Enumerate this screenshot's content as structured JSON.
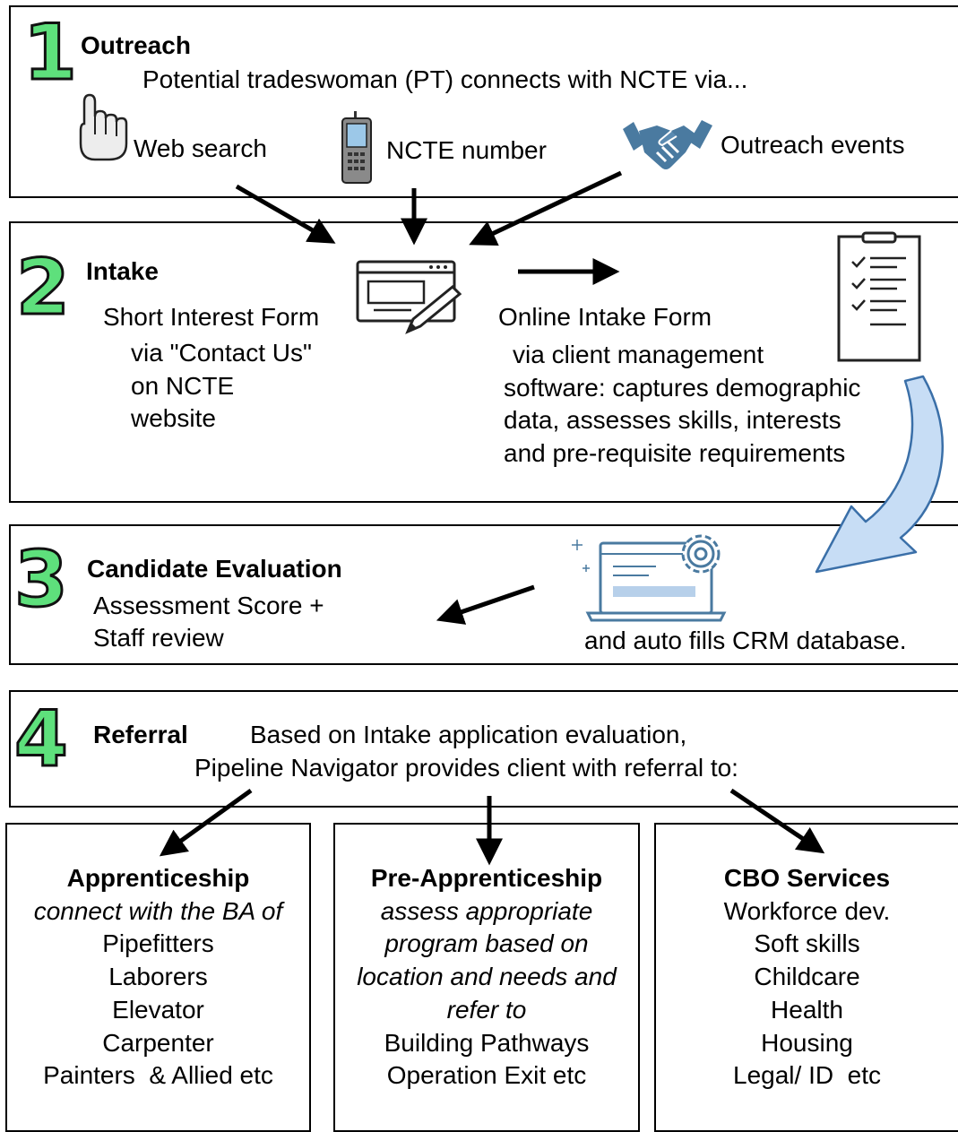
{
  "step1": {
    "number": "1",
    "title": "Outreach",
    "subtitle": "Potential tradeswoman (PT) connects with NCTE via...",
    "channels": [
      "Web search",
      "NCTE number",
      "Outreach events"
    ]
  },
  "step2": {
    "number": "2",
    "title": "Intake",
    "short_form_lines": [
      "Short Interest Form",
      "via \"Contact Us\"",
      "on NCTE",
      "website"
    ],
    "online_form_title": "Online Intake Form",
    "online_form_lines": [
      "via client management",
      "software: captures demographic",
      "data, assesses skills, interests",
      "and pre-requisite requirements"
    ]
  },
  "step3": {
    "number": "3",
    "title": "Candidate Evaluation",
    "lines": [
      "Assessment Score +",
      "Staff review"
    ],
    "crm_text": "and auto fills CRM database."
  },
  "step4": {
    "number": "4",
    "title": "Referral",
    "line1": "Based on Intake application evaluation,",
    "line2": "Pipeline Navigator provides client with referral to:"
  },
  "referrals": [
    {
      "title": "Apprenticeship",
      "lines": [
        {
          "text": "connect with the BA of",
          "style": "italic"
        },
        {
          "text": "Pipefitters",
          "style": "normal"
        },
        {
          "text": "Laborers",
          "style": "normal"
        },
        {
          "text": "Elevator",
          "style": "normal"
        },
        {
          "text": "Carpenter",
          "style": "normal"
        },
        {
          "text": "Painters  & Allied etc",
          "style": "normal"
        }
      ]
    },
    {
      "title": "Pre-Apprenticeship",
      "lines": [
        {
          "text": "assess appropriate",
          "style": "italic"
        },
        {
          "text": "program based on",
          "style": "italic"
        },
        {
          "text": "location and needs and",
          "style": "italic"
        },
        {
          "text": "refer to",
          "style": "italic"
        },
        {
          "text": "Building Pathways",
          "style": "normal"
        },
        {
          "text": "Operation Exit etc",
          "style": "normal"
        }
      ]
    },
    {
      "title": "CBO Services",
      "lines": [
        {
          "text": "Workforce dev.",
          "style": "normal"
        },
        {
          "text": "Soft skills",
          "style": "normal"
        },
        {
          "text": "Childcare",
          "style": "normal"
        },
        {
          "text": "Health",
          "style": "normal"
        },
        {
          "text": "Housing",
          "style": "normal"
        },
        {
          "text": "Legal/ ID  etc",
          "style": "normal"
        }
      ]
    }
  ],
  "colors": {
    "step_number_fill": "#5ee07c",
    "icon_blue": "#4a7aa0",
    "curved_arrow_fill": "#c7ddf5",
    "curved_arrow_stroke": "#3a6fa8"
  },
  "icons": [
    "hand-pointer-icon",
    "mobile-phone-icon",
    "handshake-icon",
    "form-edit-icon",
    "clipboard-checklist-icon",
    "laptop-gear-icon"
  ]
}
